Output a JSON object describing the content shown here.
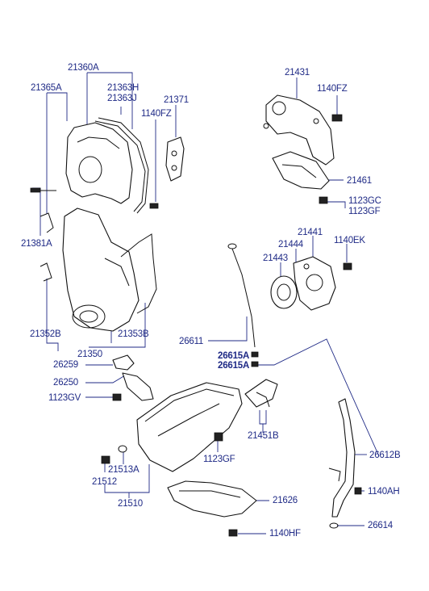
{
  "colors": {
    "label": "#1f2a86",
    "part_line": "#111111",
    "background": "#ffffff"
  },
  "labels": {
    "p21360A": "21360A",
    "p21365A": "21365A",
    "p21363H": "21363H",
    "p21363J": "21363J",
    "p1140FZ_a": "1140FZ",
    "p21371": "21371",
    "p21381A": "21381A",
    "p21352B": "21352B",
    "p21353B": "21353B",
    "p21350": "21350",
    "p26259": "26259",
    "p26250": "26250",
    "p1123GV": "1123GV",
    "p21431": "21431",
    "p1140FZ_b": "1140FZ",
    "p21461": "21461",
    "p1123GC": "1123GC",
    "p1123GF_a": "1123GF",
    "p21441": "21441",
    "p21444": "21444",
    "p1140EK": "1140EK",
    "p21443": "21443",
    "p26611": "26611",
    "p26615A_a": "26615A",
    "p26615A_b": "26615A",
    "p21451B": "21451B",
    "p1123GF_b": "1123GF",
    "p21513A": "21513A",
    "p21512": "21512",
    "p21510": "21510",
    "p26612B": "26612B",
    "p1140AH": "1140AH",
    "p21626": "21626",
    "p26614": "26614",
    "p1140HF": "1140HF"
  }
}
